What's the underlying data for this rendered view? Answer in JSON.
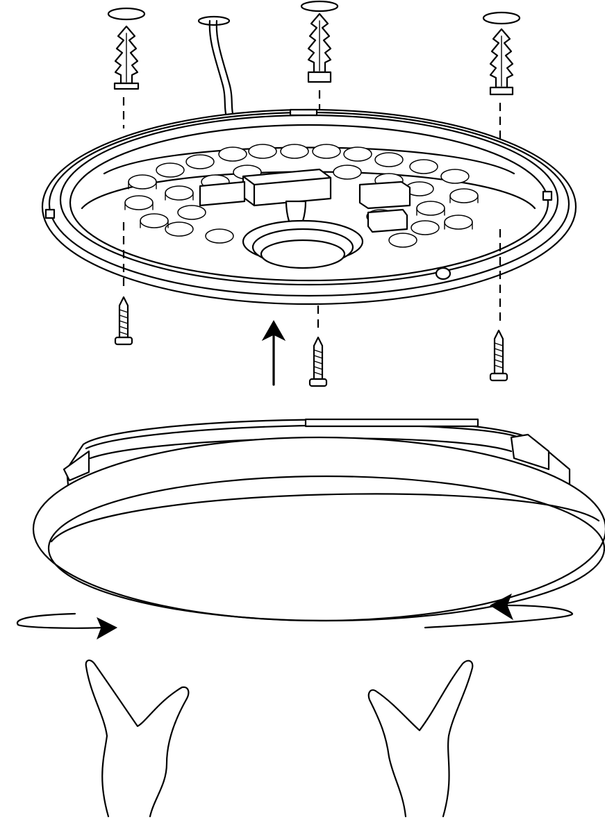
{
  "diagram": {
    "subject": "ceiling-light-installation",
    "steps": [
      "drill-and-insert-wall-plugs",
      "screw-base-to-ceiling",
      "lift-diffuser-cover",
      "twist-cover-to-lock"
    ],
    "components": {
      "wall_plugs": 3,
      "screws": 3,
      "power_cable": 1,
      "base_plate_with_led_board": 1,
      "diffuser_cover": 1,
      "hands": 2
    },
    "arrows": {
      "lift": "up",
      "rotation": "clockwise"
    },
    "colors": {
      "line": "#000000",
      "fill": "#ffffff"
    }
  }
}
